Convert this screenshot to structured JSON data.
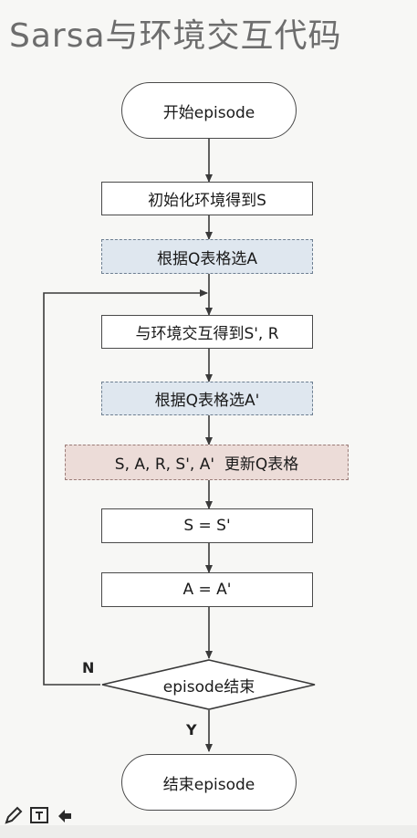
{
  "title": "Sarsa与环境交互代码",
  "nodes": {
    "start": "开始episode",
    "init": "初始化环境得到S",
    "choose_a": "根据Q表格选A",
    "interact": "与环境交互得到S', R",
    "choose_a_prime": "根据Q表格选A'",
    "update": "S, A, R, S', A'  更新Q表格",
    "assign_s": "S = S'",
    "assign_a": "A = A'",
    "decision": "episode结束",
    "end": "结束episode"
  },
  "edge_labels": {
    "no": "N",
    "yes": "Y"
  },
  "colors": {
    "line": "#3a3a3a",
    "dashed_blue_fill": "#dfe7ef",
    "dashed_pink_fill": "#ecdcd8",
    "title": "#6d6d6d"
  },
  "toolbar_icons": [
    "pen-icon",
    "text-icon",
    "hand-icon"
  ]
}
